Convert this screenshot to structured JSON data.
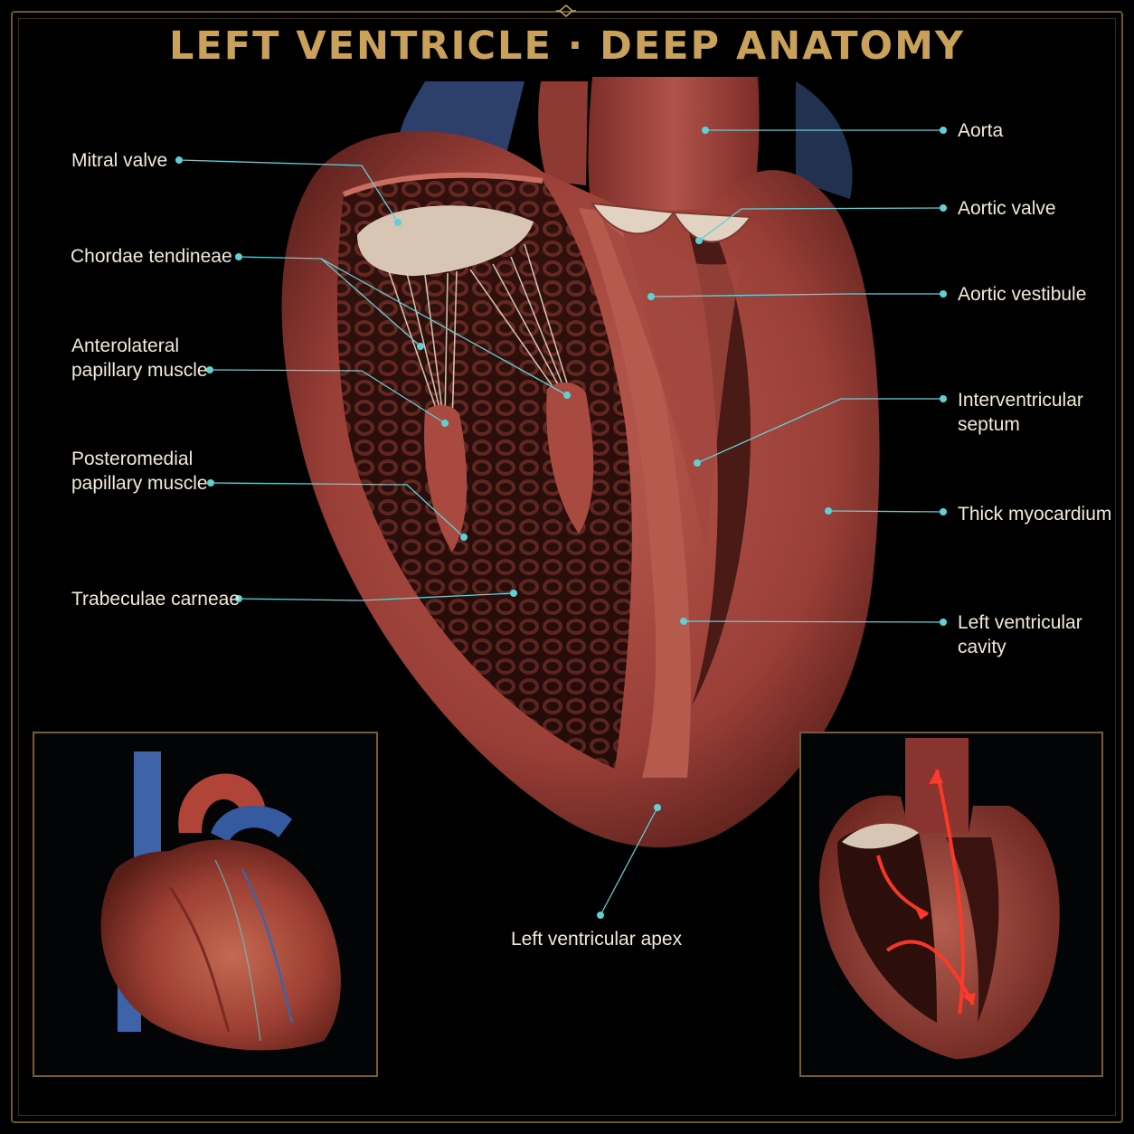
{
  "title": "LEFT VENTRICLE · DEEP ANATOMY",
  "labels": {
    "mitral_valve": "Mitral valve",
    "chordae_tendineae": "Chordae tendineae",
    "anterolateral_1": "Anterolateral",
    "anterolateral_2": "papillary muscle",
    "posteromedial_1": "Posteromedial",
    "posteromedial_2": "papillary muscle",
    "trabeculae_carneae": "Trabeculae carneae",
    "aorta": "Aorta",
    "aortic_valve": "Aortic valve",
    "aortic_vestibule": "Aortic vestibule",
    "interventricular_1": "Interventricular",
    "interventricular_2": "septum",
    "thick_myocardium": "Thick myocardium",
    "lv_cavity_1": "Left ventricular",
    "lv_cavity_2": "cavity",
    "lv_apex": "Left ventricular apex"
  },
  "colors": {
    "background": "#000000",
    "title_gold": "#c9a15a",
    "frame_gold": "#6e5426",
    "leader_cyan": "#5fd0d6",
    "muscle_red": "#a8473f",
    "label_text": "#f2ead6",
    "flow_arrow": "#ff3a2a",
    "vessel_blue": "#3e63a8"
  },
  "icons": [
    "ornament-diamond-icon",
    "blood-flow-arrow-icon"
  ]
}
